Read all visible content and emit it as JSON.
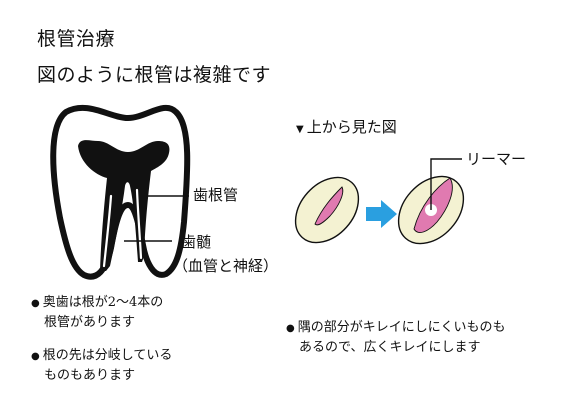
{
  "title": {
    "line1": "根管治療",
    "line2": "図のように根管は複雑です"
  },
  "tooth": {
    "label_canal": "歯根管",
    "label_pulp": "歯髄",
    "label_pulp_note": "（血管と神経）"
  },
  "top_view": {
    "heading_marker": "▼",
    "heading": "上から見た図",
    "reamer_label": "リーマー"
  },
  "notes_left": [
    {
      "bullet": "●",
      "lines": [
        "奥歯は根が2～4本の",
        "根管があります"
      ]
    },
    {
      "bullet": "●",
      "lines": [
        "根の先は分岐している",
        "ものもあります"
      ]
    }
  ],
  "notes_right": [
    {
      "bullet": "●",
      "lines": [
        "隅の部分がキレイにしにくいものも",
        "あるので、広くキレイにします"
      ]
    }
  ],
  "colors": {
    "ink": "#111111",
    "root_fill": "#f4f2d2",
    "canal_pink": "#e07ab0",
    "arrow_blue": "#2a9fe0"
  }
}
